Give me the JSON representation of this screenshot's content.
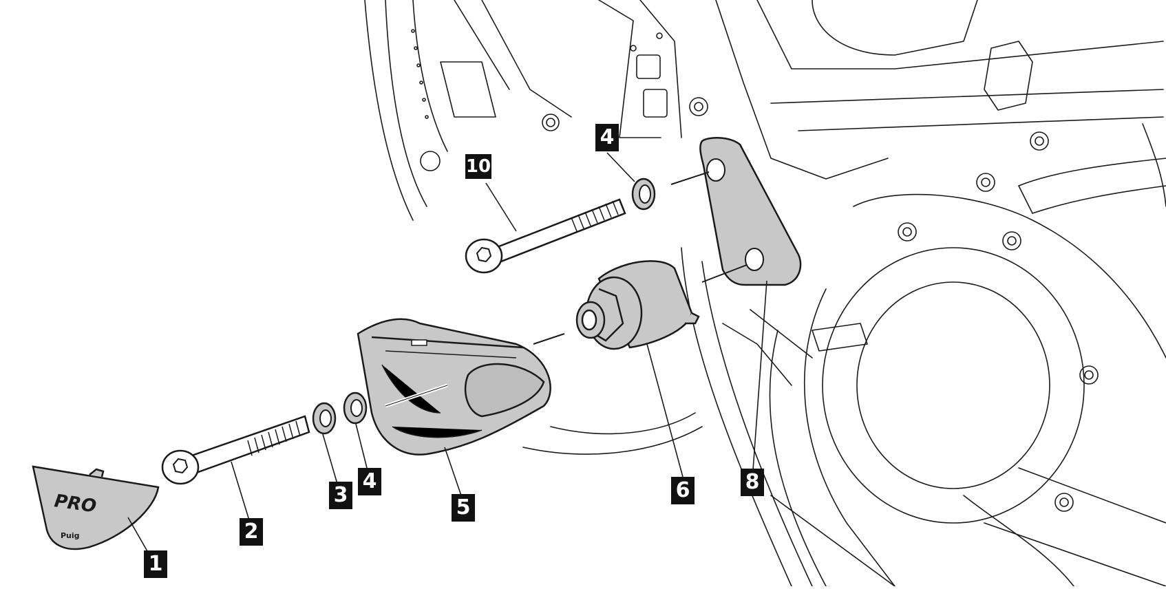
{
  "callouts": [
    {
      "id": "1",
      "text": "1"
    },
    {
      "id": "2",
      "text": "2"
    },
    {
      "id": "3",
      "text": "3"
    },
    {
      "id": "4a",
      "text": "4"
    },
    {
      "id": "4b",
      "text": "4"
    },
    {
      "id": "5",
      "text": "5"
    },
    {
      "id": "6",
      "text": "6"
    },
    {
      "id": "8",
      "text": "8"
    },
    {
      "id": "10",
      "text": "10"
    }
  ],
  "cap_logo_text": "PRO",
  "brand_text": "Puig",
  "colors": {
    "line": "#1a1a1a",
    "part_fill": "#c8c8c8",
    "label_bg": "#111111",
    "label_fg": "#ffffff"
  }
}
